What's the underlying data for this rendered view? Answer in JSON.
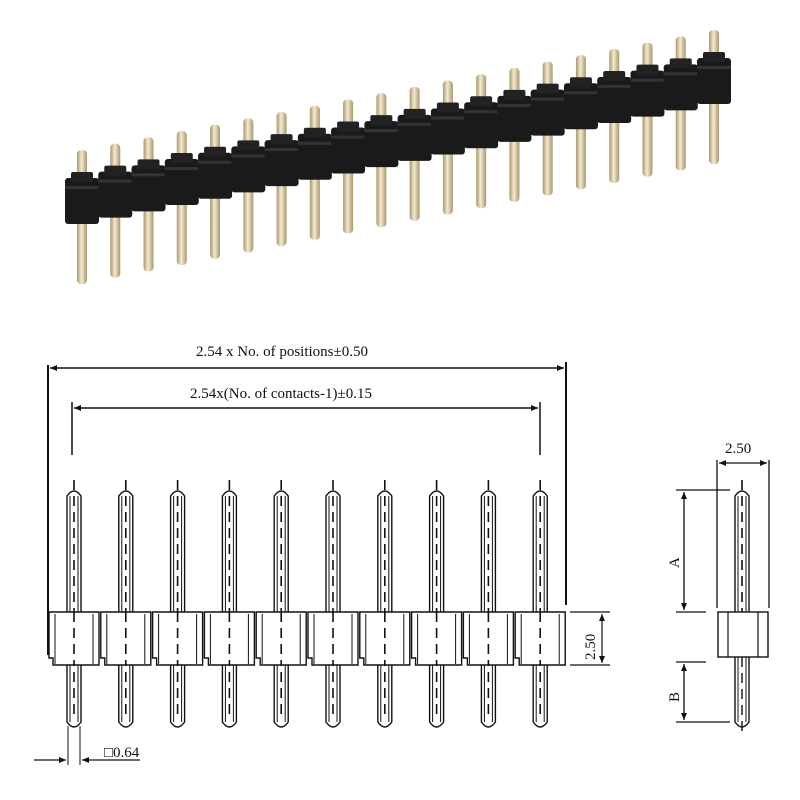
{
  "photo": {
    "subject": "single-row pin header photo",
    "pin_count": 20,
    "colors": {
      "housing": "#1a1a1a",
      "pin": "#d9c9a0",
      "pin_shadow": "#a8976a"
    }
  },
  "front_view": {
    "contacts_drawn": 10,
    "dim_overall": "2.54 x No. of positions±0.50",
    "dim_pitch_span": "2.54x(No. of contacts-1)±0.15",
    "dim_housing_height": "2.50",
    "dim_pin_square": "□0.64"
  },
  "side_view": {
    "dim_width": "2.50",
    "dim_a": "A",
    "dim_b": "B"
  },
  "colors": {
    "line": "#111111",
    "background": "#ffffff"
  }
}
